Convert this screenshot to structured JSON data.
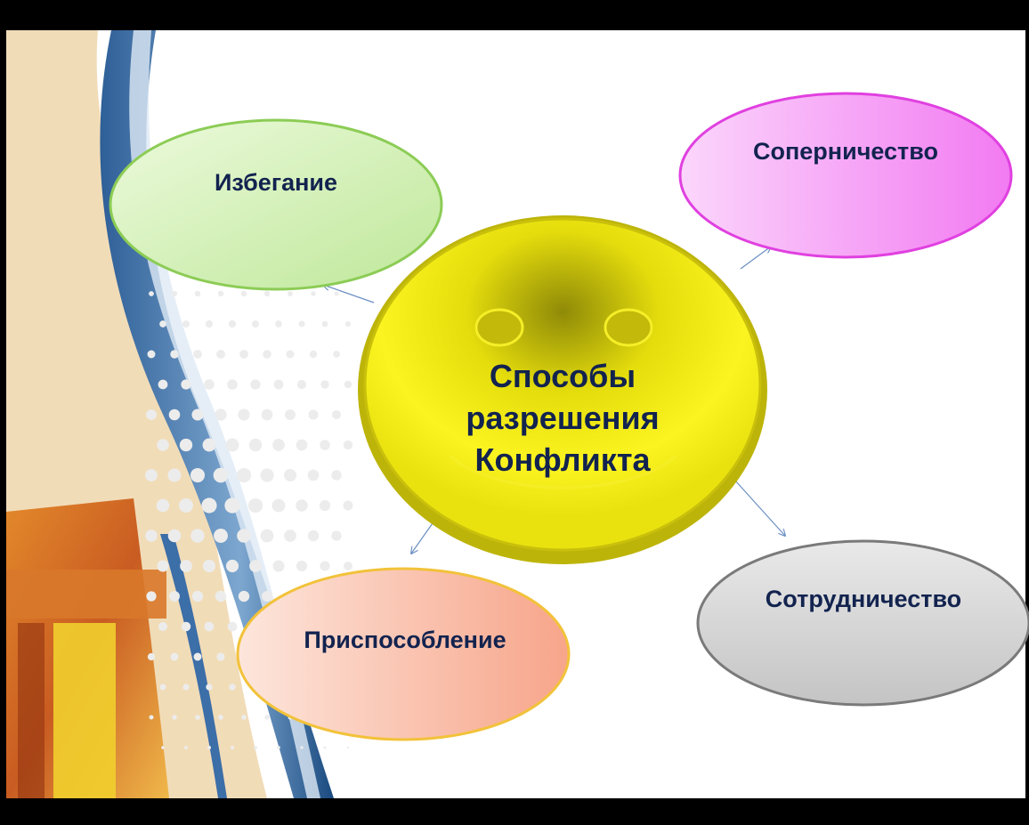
{
  "diagram": {
    "center": {
      "line1": "Способы",
      "line2": "разрешения",
      "line3": "Конфликта"
    },
    "nodes": [
      {
        "id": "avoid",
        "label": "Избегание",
        "fill": "#c9efa8",
        "stroke": "#8ccc55"
      },
      {
        "id": "compete",
        "label": "Соперничество",
        "fill": "#f6a7f6",
        "stroke": "#e040e0"
      },
      {
        "id": "accommodate",
        "label": "Приспособление",
        "fill": "#fbc4ae",
        "stroke": "#f2c23a"
      },
      {
        "id": "collaborate",
        "label": "Сотрудничество",
        "fill": "#d2d2d2",
        "stroke": "#7a7a7a"
      }
    ],
    "center_fill": "#f6ef10",
    "text_color": "#12234f"
  }
}
